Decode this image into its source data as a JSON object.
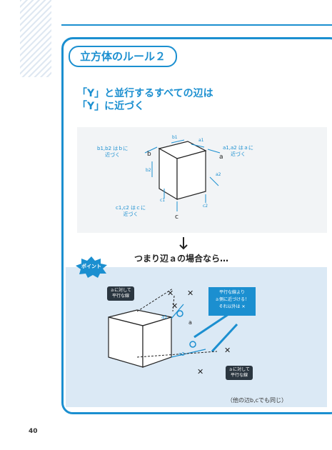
{
  "page": {
    "number": "40"
  },
  "section": {
    "title": "立方体のルール２"
  },
  "heading": {
    "line1": "「Y」と並行するすべての辺は",
    "line2": "「Y」に近づく"
  },
  "figure1": {
    "label_b": "b1,b2 はｂに\n近づく",
    "label_a": "a1,a2 はａに\n近づく",
    "label_c": "c1,c2 はｃに\n近づく",
    "edge_a": "a",
    "edge_b": "b",
    "edge_c": "c",
    "tick_a1": "a1",
    "tick_a2": "a2",
    "tick_b1": "b1",
    "tick_b2": "b2",
    "tick_c1": "c1",
    "tick_c2": "c2"
  },
  "point": {
    "badge": "ポイント",
    "caption": "つまり辺ａの場合なら…",
    "blue_note": "平行な線より\nａ側に近づける！\nそれ以外は ✕",
    "tag_top": "ａに対して\n平行な線",
    "tag_bottom": "ａに対して\n平行な線",
    "label_a": "a",
    "label_a1": "a1",
    "label_a2": "a2",
    "footnote": "（他の辺b,cでも同じ）"
  },
  "colors": {
    "accent": "#1b8fd0",
    "panel_light": "#f2f4f6",
    "panel_blue": "#dbe9f5",
    "dark_tag": "#2b3640"
  }
}
